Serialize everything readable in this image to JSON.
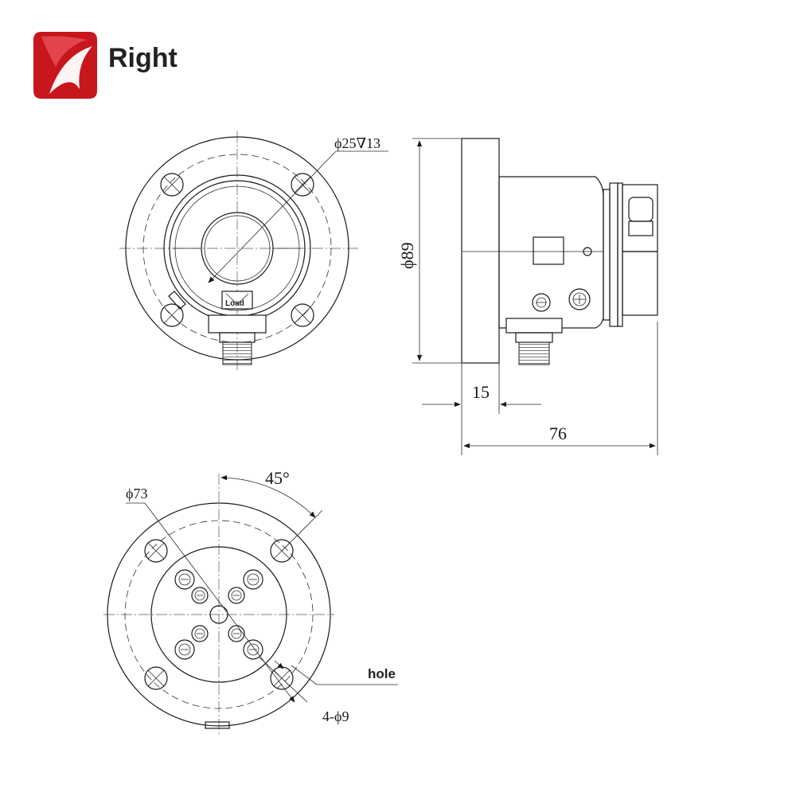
{
  "brand": {
    "name": "Right",
    "logo_color": "#c8161d"
  },
  "front_view": {
    "bore_label": "ϕ25∇13",
    "load_label": "Load"
  },
  "side_view": {
    "diameter_label": "ϕ89",
    "flange_thickness_label": "15",
    "total_length_label": "76"
  },
  "bottom_view": {
    "angle_label": "45°",
    "bolt_circle_label": "ϕ73",
    "hole_label": "4-ϕ9",
    "hole_callout": "hole"
  }
}
